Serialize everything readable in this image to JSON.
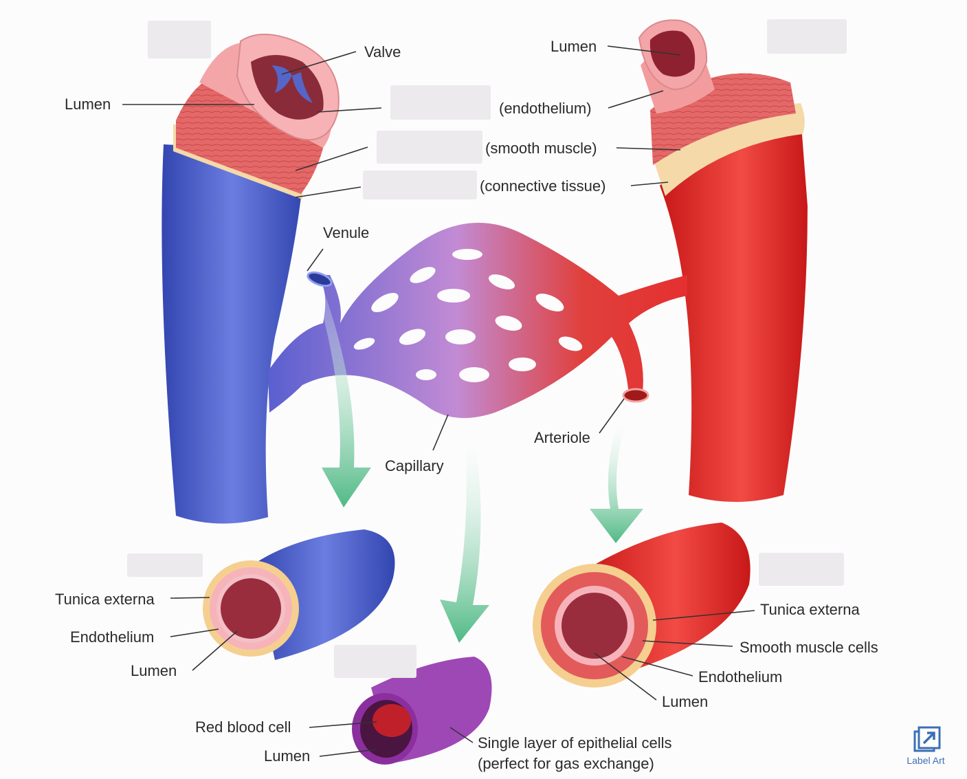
{
  "labels": {
    "valve": "Valve",
    "lumen_vein": "Lumen",
    "lumen_artery": "Lumen",
    "endothelium_paren": "(endothelium)",
    "smooth_muscle_paren": "(smooth muscle)",
    "connective_paren": "(connective tissue)",
    "venule": "Venule",
    "capillary": "Capillary",
    "arteriole": "Arteriole",
    "vein_xs_tunica": "Tunica externa",
    "vein_xs_endothelium": "Endothelium",
    "vein_xs_lumen": "Lumen",
    "artery_xs_tunica": "Tunica externa",
    "artery_xs_smooth": "Smooth muscle cells",
    "artery_xs_endothelium": "Endothelium",
    "artery_xs_lumen": "Lumen",
    "cap_xs_rbc": "Red blood cell",
    "cap_xs_lumen": "Lumen",
    "cap_xs_single_1": "Single layer of epithelial cells",
    "cap_xs_single_2": "(perfect for gas exchange)"
  },
  "toolbar": {
    "label_art": "Label Art",
    "label_art_icon": "external-link-icon"
  },
  "colors": {
    "vein": "#4a5bc4",
    "artery": "#e02a2a",
    "capillary": "#a060b8",
    "arrow": "#5fbf92"
  }
}
